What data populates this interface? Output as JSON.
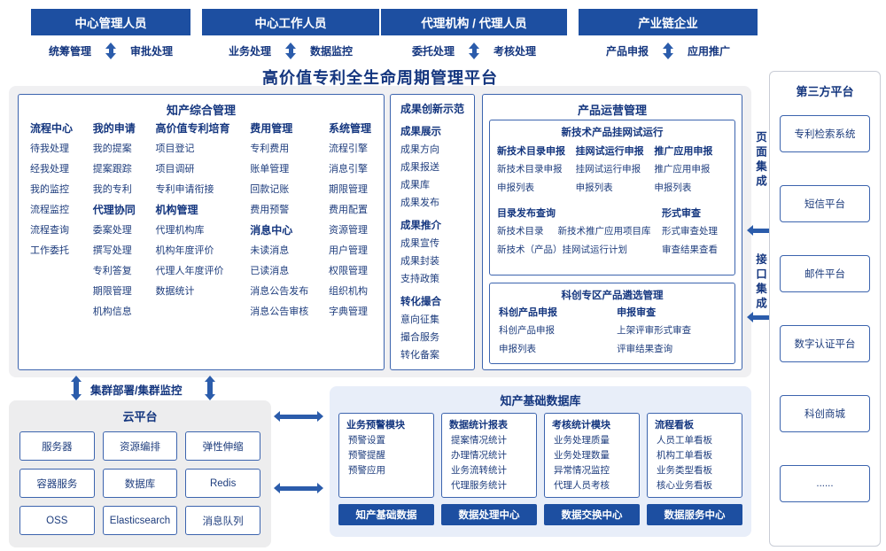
{
  "colors": {
    "primary": "#1d4fa1",
    "border": "#3c64ae",
    "arrow": "#2b5cab",
    "gray_bg": "#f0f0f2",
    "db_bg": "#e8eef9"
  },
  "platform_title": "高价值专利全生命周期管理平台",
  "roles": [
    {
      "label": "中心管理人员",
      "left": "统筹管理",
      "right": "审批处理"
    },
    {
      "label": "中心工作人员",
      "left": "业务处理",
      "right": "数据监控"
    },
    {
      "label": "代理机构 / 代理人员",
      "left": "委托处理",
      "right": "考核处理"
    },
    {
      "label": "产业链企业",
      "left": "产品申报",
      "right": "应用推广"
    }
  ],
  "ip": {
    "title": "知产综合管理",
    "process": {
      "header": "流程中心",
      "items": [
        "待我处理",
        "经我处理",
        "我的监控",
        "流程监控",
        "流程查询",
        "工作委托"
      ]
    },
    "apply": {
      "header": "我的申请",
      "items": [
        "我的提案",
        "提案跟踪",
        "我的专利"
      ]
    },
    "agency": {
      "header": "代理协同",
      "items": [
        "委案处理",
        "撰写处理",
        "专利答复",
        "期限管理",
        "机构信息"
      ]
    },
    "cultivate": {
      "header": "高价值专利培育",
      "items": [
        "项目登记",
        "项目调研",
        "专利申请衔接"
      ]
    },
    "org": {
      "header": "机构管理",
      "items": [
        "代理机构库",
        "机构年度评价",
        "代理人年度评价",
        "数据统计"
      ]
    },
    "fee": {
      "header": "费用管理",
      "items": [
        "专利费用",
        "账单管理",
        "回款记账",
        "费用预警"
      ]
    },
    "msg": {
      "header": "消息中心",
      "items": [
        "未读消息",
        "已读消息",
        "消息公告发布",
        "消息公告审核"
      ]
    },
    "sys": {
      "header": "系统管理",
      "items": [
        "流程引擎",
        "消息引擎",
        "期限管理",
        "费用配置",
        "资源管理",
        "用户管理",
        "权限管理",
        "组织机构",
        "字典管理"
      ]
    }
  },
  "achv": {
    "title": "成果创新示范",
    "show": {
      "header": "成果展示",
      "items": [
        "成果方向",
        "成果报送",
        "成果库",
        "成果发布"
      ]
    },
    "promote": {
      "header": "成果推介",
      "items": [
        "成果宣传",
        "成果封装",
        "支持政策"
      ]
    },
    "match": {
      "header": "转化撮合",
      "items": [
        "意向征集",
        "撮合服务",
        "转化备案"
      ]
    }
  },
  "prod": {
    "title": "产品运营管理",
    "trial": {
      "title": "新技术产品挂网试运行",
      "cols": [
        {
          "header": "新技术目录申报",
          "items": [
            "新技术目录申报",
            "申报列表"
          ]
        },
        {
          "header": "挂网试运行申报",
          "items": [
            "挂网试运行申报",
            "申报列表"
          ]
        },
        {
          "header": "推广应用申报",
          "items": [
            "推广应用申报",
            "申报列表"
          ]
        }
      ],
      "catalog": {
        "header": "目录发布查询",
        "row1": [
          "新技术目录",
          "新技术推广应用项目库"
        ],
        "row2": "新技术（产品）挂网试运行计划"
      },
      "review": {
        "header": "形式审查",
        "items": [
          "形式审查处理",
          "审查结果查看"
        ]
      }
    },
    "select": {
      "title": "科创专区产品遴选管理",
      "apply": {
        "header": "科创产品申报",
        "items": [
          "科创产品申报",
          "申报列表"
        ]
      },
      "review": {
        "header": "申报审查",
        "items": [
          "上架评审形式审查",
          "评审结果查询"
        ]
      }
    }
  },
  "cluster_label": "集群部署/集群监控",
  "cloud": {
    "title": "云平台",
    "items": [
      "服务器",
      "资源编排",
      "弹性伸缩",
      "容器服务",
      "数据库",
      "Redis",
      "OSS",
      "Elasticsearch",
      "消息队列"
    ]
  },
  "db": {
    "title": "知产基础数据库",
    "modules": [
      {
        "header": "业务预警模块",
        "items": [
          "预警设置",
          "预警提醒",
          "预警应用"
        ]
      },
      {
        "header": "数据统计报表",
        "items": [
          "提案情况统计",
          "办理情况统计",
          "业务流转统计",
          "代理服务统计"
        ]
      },
      {
        "header": "考核统计模块",
        "items": [
          "业务处理质量",
          "业务处理数量",
          "异常情况监控",
          "代理人员考核"
        ]
      },
      {
        "header": "流程看板",
        "items": [
          "人员工单看板",
          "机构工单看板",
          "业务类型看板",
          "核心业务看板"
        ]
      }
    ],
    "bars": [
      "知产基础数据",
      "数据处理中心",
      "数据交换中心",
      "数据服务中心"
    ]
  },
  "third": {
    "title": "第三方平台",
    "items": [
      "专利检索系统",
      "短信平台",
      "邮件平台",
      "数字认证平台",
      "科创商城",
      "......"
    ]
  },
  "integration": {
    "page": "页面集成",
    "api": "接口集成"
  }
}
